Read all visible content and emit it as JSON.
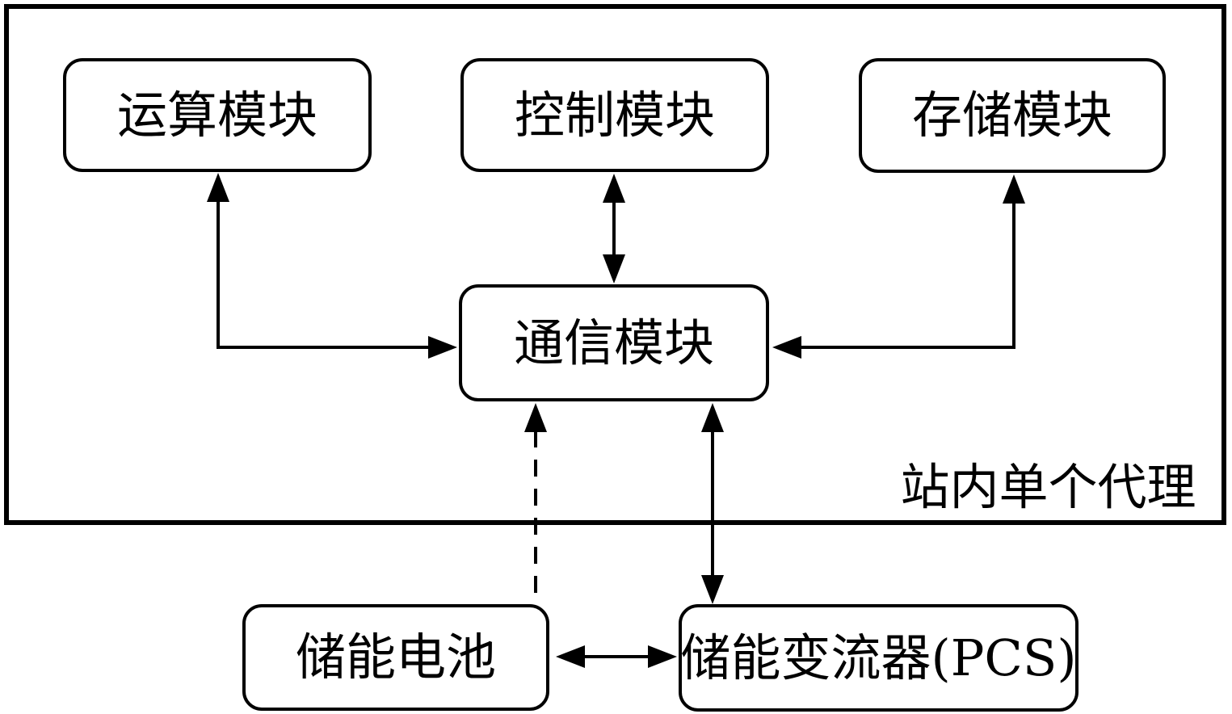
{
  "diagram": {
    "title_none_visible": "",
    "background_color": "#ffffff",
    "line_color": "#000000",
    "outer_container": {
      "label": "站内单个代理"
    },
    "nodes": {
      "compute": {
        "label": "运算模块"
      },
      "control": {
        "label": "控制模块"
      },
      "storage": {
        "label": "存储模块"
      },
      "comm": {
        "label": "通信模块"
      },
      "battery": {
        "label": "储能电池"
      },
      "pcs": {
        "label": "储能变流器(PCS)"
      }
    },
    "edges": [
      {
        "from": "compute",
        "to": "comm",
        "style": "solid",
        "arrows": "both",
        "shape": "elbow"
      },
      {
        "from": "control",
        "to": "comm",
        "style": "solid",
        "arrows": "both",
        "shape": "straight"
      },
      {
        "from": "storage",
        "to": "comm",
        "style": "solid",
        "arrows": "both",
        "shape": "elbow"
      },
      {
        "from": "battery",
        "to": "comm",
        "style": "dashed",
        "arrows": "to-comm-only",
        "shape": "straight"
      },
      {
        "from": "comm",
        "to": "pcs",
        "style": "solid",
        "arrows": "both",
        "shape": "straight"
      },
      {
        "from": "battery",
        "to": "pcs",
        "style": "solid",
        "arrows": "both",
        "shape": "straight"
      }
    ]
  }
}
